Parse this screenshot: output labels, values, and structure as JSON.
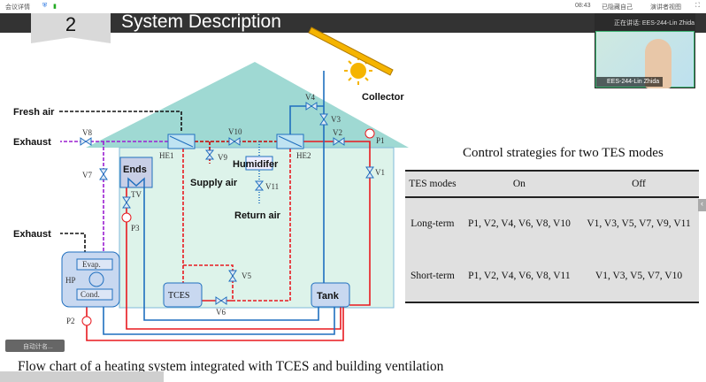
{
  "topbar": {
    "meeting_details": "会议详情",
    "time": "08:43",
    "hide_self": "已隐藏自己",
    "presenter_view": "演讲者视图"
  },
  "slide": {
    "number": "2",
    "title": "System Description"
  },
  "video": {
    "speaking_label": "正在讲话: EES-244-Lin Zhida",
    "participant_name": "EES-244-Lin Zhida"
  },
  "diagram": {
    "labels": {
      "fresh_air": "Fresh air",
      "exhaust_top": "Exhaust",
      "exhaust_hp": "Exhaust",
      "collector": "Collector",
      "humidifier": "Humidifer",
      "supply_air": "Supply air",
      "return_air": "Return air",
      "ends": "Ends",
      "tces": "TCES",
      "tank": "Tank",
      "hp": "HP",
      "evap": "Evap.",
      "cond": "Cond.",
      "he1": "HE1",
      "he2": "HE2",
      "tv": "TV"
    },
    "valves": {
      "v1": "V1",
      "v2": "V2",
      "v3": "V3",
      "v4": "V4",
      "v5": "V5",
      "v6": "V6",
      "v7": "V7",
      "v8": "V8",
      "v9": "V9",
      "v10": "V10",
      "v11": "V11"
    },
    "pumps": {
      "p1": "P1",
      "p2": "P2",
      "p3": "P3"
    },
    "colors": {
      "hot": "#e8191f",
      "cold": "#1f6fbf",
      "exhaust": "#9b1fd1",
      "air": "#111111",
      "roof": "#9fd9d3",
      "interior": "#ddf3ea",
      "collector": "#f5b400"
    },
    "caption": "Flow chart of a heating system integrated with TCES and building ventilation"
  },
  "table": {
    "title": "Control strategies for two TES modes",
    "headers": [
      "TES modes",
      "On",
      "Off"
    ],
    "rows": [
      [
        "Long-term",
        "P1, V2, V4, V6, V8, V10",
        "V1, V3, V5, V7, V9, V11"
      ],
      [
        "Short-term",
        "P1, V2, V4, V6, V8, V11",
        "V1, V3, V5, V7, V10"
      ]
    ]
  },
  "overlay": {
    "pill_label": "自动计名..."
  }
}
